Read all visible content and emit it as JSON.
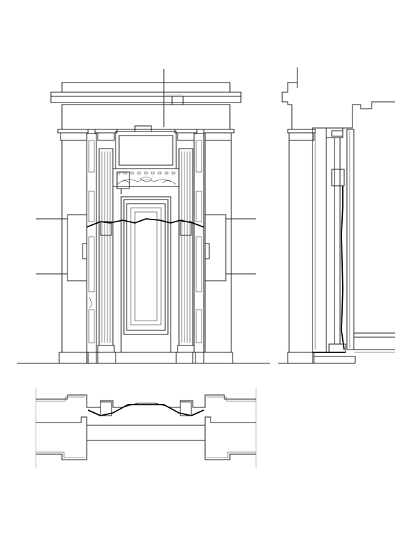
{
  "drawing": {
    "line_color": "#1a1a1a",
    "background": "#ffffff",
    "views": [
      "front-elevation",
      "side-section",
      "plan-section"
    ],
    "labels": []
  }
}
